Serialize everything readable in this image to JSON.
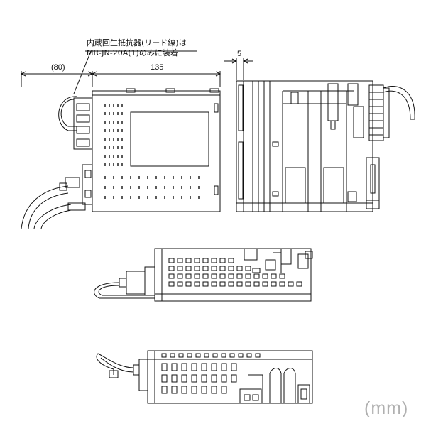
{
  "annotation": {
    "line1": "内蔵回生抵抗器(リード線)は",
    "line2": "MR-JN-20A(1)のみに装着"
  },
  "dimensions": {
    "left_extension": "(80)",
    "body_depth": "135",
    "side_offset": "5"
  },
  "unit_label": "(mm)",
  "colors": {
    "line": "#111111",
    "unit_text": "#b0b0b0",
    "background": "#ffffff"
  }
}
